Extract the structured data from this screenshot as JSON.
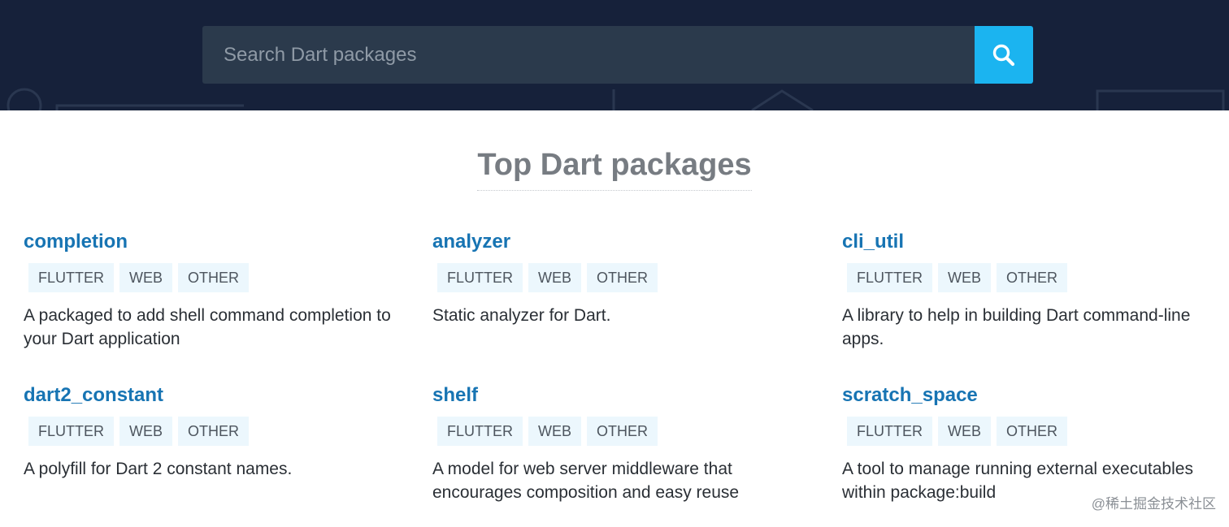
{
  "search": {
    "placeholder": "Search Dart packages"
  },
  "title": "Top Dart packages",
  "packages": [
    {
      "name": "completion",
      "tags": [
        "FLUTTER",
        "WEB",
        "OTHER"
      ],
      "description": "A packaged to add shell command completion to your Dart application"
    },
    {
      "name": "analyzer",
      "tags": [
        "FLUTTER",
        "WEB",
        "OTHER"
      ],
      "description": "Static analyzer for Dart."
    },
    {
      "name": "cli_util",
      "tags": [
        "FLUTTER",
        "WEB",
        "OTHER"
      ],
      "description": "A library to help in building Dart command-line apps."
    },
    {
      "name": "dart2_constant",
      "tags": [
        "FLUTTER",
        "WEB",
        "OTHER"
      ],
      "description": "A polyfill for Dart 2 constant names."
    },
    {
      "name": "shelf",
      "tags": [
        "FLUTTER",
        "WEB",
        "OTHER"
      ],
      "description": "A model for web server middleware that encourages composition and easy reuse"
    },
    {
      "name": "scratch_space",
      "tags": [
        "FLUTTER",
        "WEB",
        "OTHER"
      ],
      "description": "A tool to manage running external executables within package:build"
    }
  ],
  "watermark": "@稀土掘金技术社区",
  "colors": {
    "header_bg": "#16213a",
    "search_bg": "#2b3a4c",
    "search_button": "#1bb4f0",
    "package_link": "#1774b3",
    "tag_bg": "#ecf7fd"
  },
  "icons": {
    "search_button": "search-icon"
  }
}
